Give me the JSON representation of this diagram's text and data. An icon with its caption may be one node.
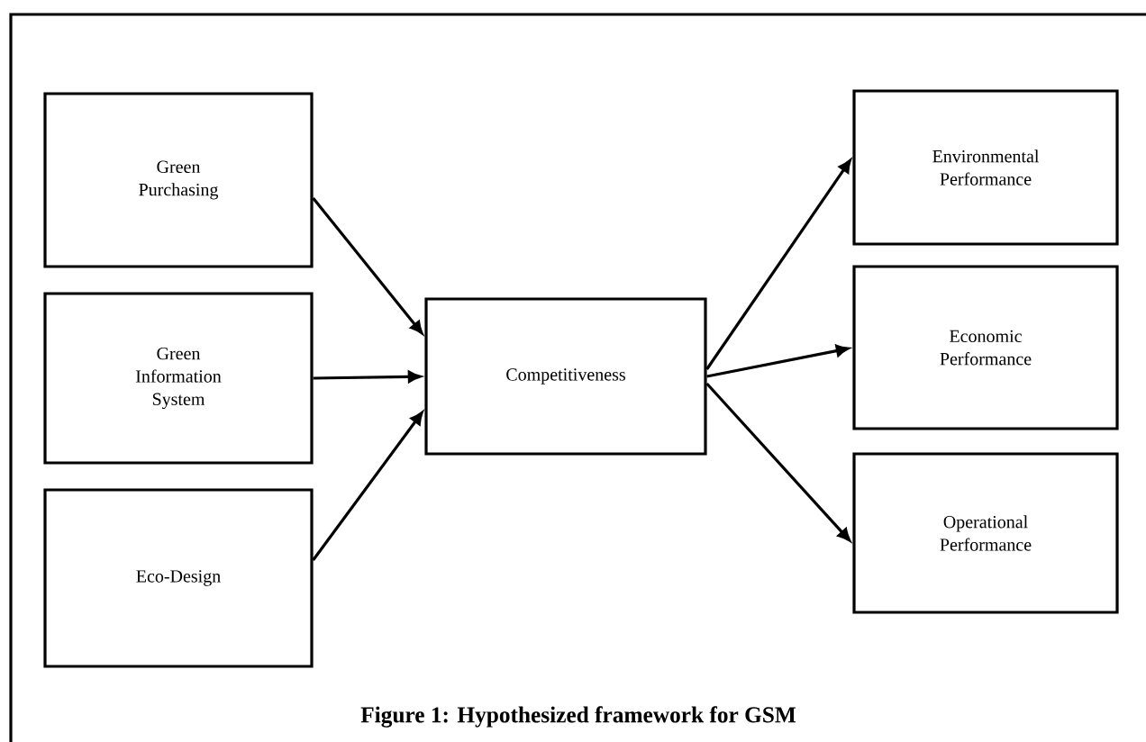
{
  "diagram": {
    "caption": "Figure 1: Hypothesized framework for GSM",
    "nodes": [
      {
        "text": [
          "Green Purchasing"
        ]
      },
      {
        "text": [
          "Green Information System"
        ]
      },
      {
        "text": [
          "Eco-Design"
        ]
      },
      {
        "text": [
          "Competitiveness"
        ]
      },
      {
        "text": [
          "Environmental Performance"
        ]
      },
      {
        "text": [
          "Economic Performance"
        ]
      },
      {
        "text": [
          "Operational Performance"
        ]
      }
    ],
    "edges": [
      {
        "from": 0,
        "to": 3,
        "arrow": "to"
      },
      {
        "from": 1,
        "to": 3,
        "arrow": "to"
      },
      {
        "from": 2,
        "to": 3,
        "arrow": "to"
      },
      {
        "from": 3,
        "to": 4,
        "arrow": "to"
      },
      {
        "from": 3,
        "to": 5,
        "arrow": "to"
      },
      {
        "from": 3,
        "to": 6,
        "arrow": "to"
      }
    ]
  }
}
